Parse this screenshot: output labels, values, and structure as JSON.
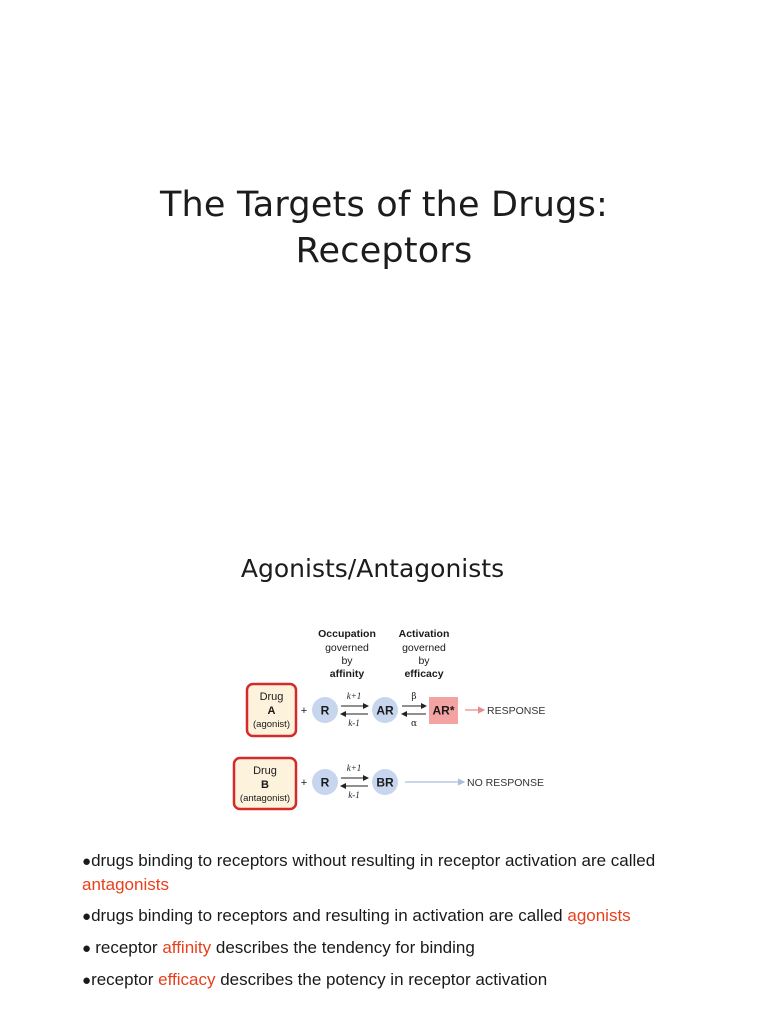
{
  "title": {
    "line1": "The Targets of the Drugs:",
    "line2": "Receptors"
  },
  "section": {
    "heading": "Agonists/Antagonists"
  },
  "diagram": {
    "occupation": {
      "label": "Occupation",
      "governed": "governed",
      "by": "by",
      "term": "affinity"
    },
    "activation": {
      "label": "Activation",
      "governed": "governed",
      "by": "by",
      "term": "efficacy"
    },
    "drug_a": {
      "line1": "Drug",
      "line2": "A",
      "line3": "(agonist)"
    },
    "drug_b": {
      "line1": "Drug",
      "line2": "B",
      "line3": "(antagonist)"
    },
    "plus": "+",
    "receptor": "R",
    "complex_a": "AR",
    "active_complex": "AR*",
    "complex_b": "BR",
    "k_plus": "k+1",
    "k_minus": "k-1",
    "beta": "β",
    "alpha": "α",
    "response": "RESPONSE",
    "no_response": "NO RESPONSE",
    "colors": {
      "drug_box_border": "#d42a2a",
      "drug_box_fill": "#fdf3dc",
      "receptor_fill": "#c7d6ee",
      "active_fill": "#f4a3a3",
      "response_arrow": "#e78c8c",
      "no_response_arrow": "#a9bfe0"
    }
  },
  "bullets": [
    {
      "marker": "●",
      "text": "drugs binding to receptors without resulting in receptor activation are called ",
      "highlight": "antagonists",
      "after": ""
    },
    {
      "marker": "●",
      "text": "drugs binding to receptors and resulting in activation are called ",
      "highlight": "agonists",
      "after": ""
    },
    {
      "marker": "● ",
      "text": "receptor ",
      "highlight": "affinity",
      "after": " describes the tendency for binding"
    },
    {
      "marker": "●",
      "text": "receptor ",
      "highlight": "efficacy",
      "after": " describes the potency in receptor activation"
    }
  ],
  "highlight_color": "#e8401c"
}
